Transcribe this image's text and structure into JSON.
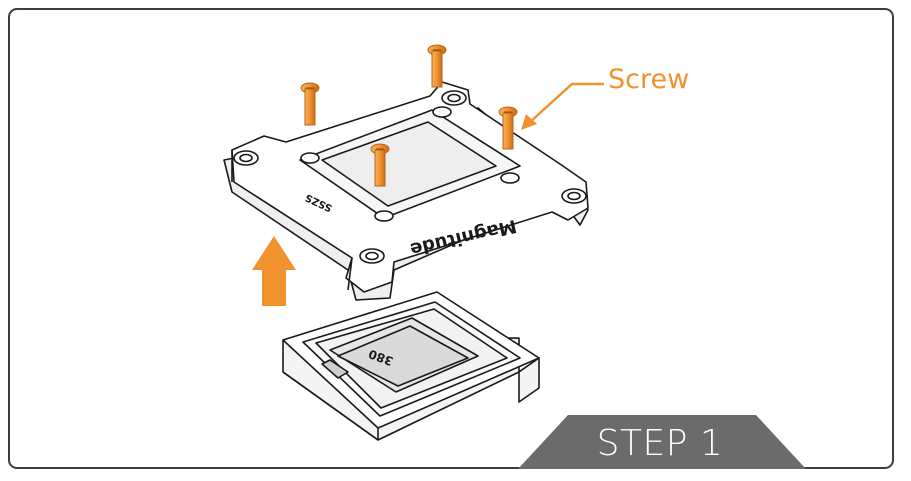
{
  "callout": {
    "label": "Screw",
    "color": "#f0922e"
  },
  "step": {
    "label": "STEP 1",
    "banner_color": "#6b6b6b"
  },
  "mount_plate": {
    "brand_text": "Magnitude",
    "side_text": "SSZS"
  },
  "cpu_block": {
    "text": "380"
  },
  "icons": {
    "arrow": "up-arrow-icon"
  },
  "colors": {
    "accent": "#f0922e",
    "line": "#1a1a1a",
    "frame": "#3c3c3c"
  }
}
